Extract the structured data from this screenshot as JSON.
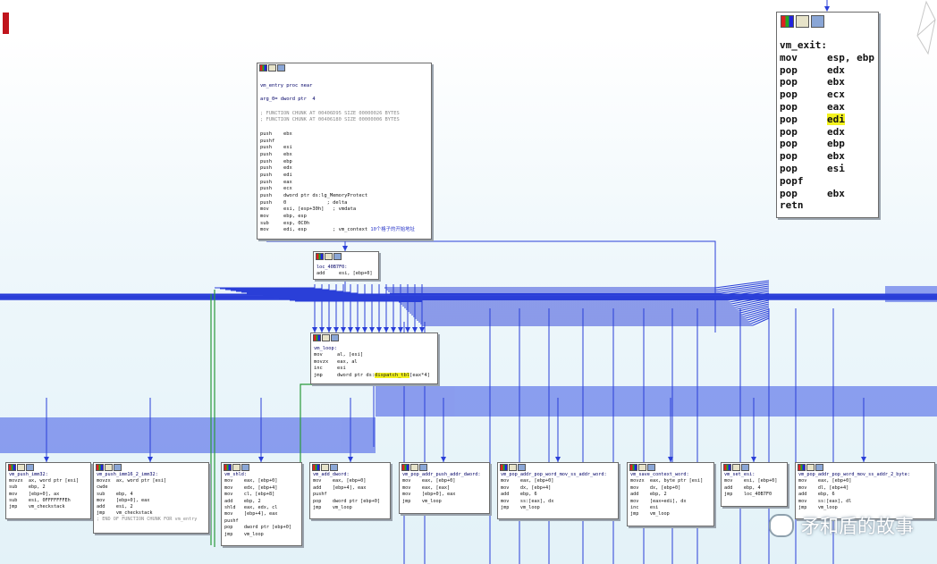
{
  "graph": {
    "entry": {
      "lines": [
        [
          {
            "t": "vm_entry proc near",
            "c": "kw"
          }
        ],
        [
          {
            "t": "",
            "c": ""
          }
        ],
        [
          {
            "t": "arg_0= dword ptr  4",
            "c": "kw"
          }
        ],
        [
          {
            "t": "",
            "c": ""
          }
        ],
        [
          {
            "t": "; FUNCTION CHUNK AT 00406D95 SIZE 00000026 BYTES",
            "c": "grey"
          }
        ],
        [
          {
            "t": "; FUNCTION CHUNK AT 00406180 SIZE 00000006 BYTES",
            "c": "grey"
          }
        ],
        [
          {
            "t": "",
            "c": ""
          }
        ],
        [
          {
            "t": "push    ebx",
            "c": ""
          }
        ],
        [
          {
            "t": "pushf",
            "c": ""
          }
        ],
        [
          {
            "t": "push    esi",
            "c": ""
          }
        ],
        [
          {
            "t": "push    ebx",
            "c": ""
          }
        ],
        [
          {
            "t": "push    ebp",
            "c": ""
          }
        ],
        [
          {
            "t": "push    edx",
            "c": ""
          }
        ],
        [
          {
            "t": "push    edi",
            "c": ""
          }
        ],
        [
          {
            "t": "push    eax",
            "c": ""
          }
        ],
        [
          {
            "t": "push    ecx",
            "c": ""
          }
        ],
        [
          {
            "t": "push    dword ptr ds:lg_MemoryProtect",
            "c": ""
          }
        ],
        [
          {
            "t": "push    0              ; delta",
            "c": ""
          }
        ],
        [
          {
            "t": "mov     esi, [esp+30h]   ; vmdata",
            "c": ""
          }
        ],
        [
          {
            "t": "mov     ebp, esp",
            "c": ""
          }
        ],
        [
          {
            "t": "sub     esp, 0C0h",
            "c": ""
          }
        ],
        [
          {
            "t": "mov     edi, esp         ; vm_context ",
            "c": ""
          },
          {
            "t": "10个格子的开始地址",
            "c": "blue"
          }
        ]
      ]
    },
    "loc": {
      "lines": [
        [
          {
            "t": "loc_40B7F0:",
            "c": "kw"
          }
        ],
        [
          {
            "t": "add     esi, [ebp+0]",
            "c": ""
          }
        ]
      ]
    },
    "loop": {
      "lines": [
        [
          {
            "t": "vm_loop:",
            "c": "kw"
          }
        ],
        [
          {
            "t": "mov     al, [esi]",
            "c": ""
          }
        ],
        [
          {
            "t": "movzx   eax, al",
            "c": ""
          }
        ],
        [
          {
            "t": "inc     esi",
            "c": ""
          }
        ],
        [
          {
            "t": "jmp     dword ptr ds:",
            "c": ""
          },
          {
            "t": "dispatch_tbl",
            "c": "hl"
          },
          {
            "t": "[eax*4]",
            "c": ""
          }
        ]
      ]
    },
    "exit": {
      "lines": [
        [
          {
            "t": "vm_exit:",
            "c": ""
          }
        ],
        [
          {
            "t": "mov     esp, ebp",
            "c": ""
          }
        ],
        [
          {
            "t": "pop     edx",
            "c": ""
          }
        ],
        [
          {
            "t": "pop     ebx",
            "c": ""
          }
        ],
        [
          {
            "t": "pop     ecx",
            "c": ""
          }
        ],
        [
          {
            "t": "pop     eax",
            "c": ""
          }
        ],
        [
          {
            "t": "pop     ",
            "c": ""
          },
          {
            "t": "edi",
            "c": "hl"
          }
        ],
        [
          {
            "t": "pop     edx",
            "c": ""
          }
        ],
        [
          {
            "t": "pop     ebp",
            "c": ""
          }
        ],
        [
          {
            "t": "pop     ebx",
            "c": ""
          }
        ],
        [
          {
            "t": "pop     esi",
            "c": ""
          }
        ],
        [
          {
            "t": "popf",
            "c": ""
          }
        ],
        [
          {
            "t": "pop     ebx",
            "c": ""
          }
        ],
        [
          {
            "t": "retn",
            "c": ""
          }
        ]
      ]
    },
    "handlers": [
      {
        "name": "h_push_imm32",
        "lines": [
          [
            {
              "t": "vm_push_imm32:",
              "c": "kw"
            }
          ],
          [
            {
              "t": "movzx  ax, word ptr [esi]",
              "c": ""
            }
          ],
          [
            {
              "t": "sub    ebp, 2",
              "c": ""
            }
          ],
          [
            {
              "t": "mov    [ebp+0], ax",
              "c": ""
            }
          ],
          [
            {
              "t": "sub    esi, 0FFFFFFFEh",
              "c": ""
            }
          ],
          [
            {
              "t": "jmp    vm_checkstack",
              "c": ""
            }
          ]
        ]
      },
      {
        "name": "h_push_imm16",
        "lines": [
          [
            {
              "t": "vm_push_imm16_2_imm32:",
              "c": "kw"
            }
          ],
          [
            {
              "t": "movzx  ax, word ptr [esi]",
              "c": ""
            }
          ],
          [
            {
              "t": "cwde",
              "c": ""
            }
          ],
          [
            {
              "t": "sub    ebp, 4",
              "c": ""
            }
          ],
          [
            {
              "t": "mov    [ebp+0], eax",
              "c": ""
            }
          ],
          [
            {
              "t": "add    esi, 2",
              "c": ""
            }
          ],
          [
            {
              "t": "jmp    vm_checkstack",
              "c": ""
            }
          ],
          [
            {
              "t": "; END OF FUNCTION CHUNK FOR vm_entry",
              "c": "grey"
            }
          ]
        ]
      },
      {
        "name": "h_shld",
        "lines": [
          [
            {
              "t": "vm_shld:",
              "c": "kw"
            }
          ],
          [
            {
              "t": "mov    eax, [ebp+0]",
              "c": ""
            }
          ],
          [
            {
              "t": "mov    edx, [ebp+4]",
              "c": ""
            }
          ],
          [
            {
              "t": "mov    cl, [ebp+8]",
              "c": ""
            }
          ],
          [
            {
              "t": "add    ebp, 2",
              "c": ""
            }
          ],
          [
            {
              "t": "shld   eax, edx, cl",
              "c": ""
            }
          ],
          [
            {
              "t": "mov    [ebp+4], eax",
              "c": ""
            }
          ],
          [
            {
              "t": "pushf",
              "c": ""
            }
          ],
          [
            {
              "t": "pop    dword ptr [ebp+0]",
              "c": ""
            }
          ],
          [
            {
              "t": "jmp    vm_loop",
              "c": ""
            }
          ]
        ]
      },
      {
        "name": "h_add_dword",
        "lines": [
          [
            {
              "t": "vm_add_dword:",
              "c": "kw"
            }
          ],
          [
            {
              "t": "mov    eax, [ebp+0]",
              "c": ""
            }
          ],
          [
            {
              "t": "add    [ebp+4], eax",
              "c": ""
            }
          ],
          [
            {
              "t": "pushf",
              "c": ""
            }
          ],
          [
            {
              "t": "pop    dword ptr [ebp+0]",
              "c": ""
            }
          ],
          [
            {
              "t": "jmp    vm_loop",
              "c": ""
            }
          ]
        ]
      },
      {
        "name": "h_pop_addr_push",
        "lines": [
          [
            {
              "t": "vm_pop_addr_push_addr_dword:",
              "c": "kw"
            }
          ],
          [
            {
              "t": "mov    eax, [ebp+0]",
              "c": ""
            }
          ],
          [
            {
              "t": "mov    eax, [eax]",
              "c": ""
            }
          ],
          [
            {
              "t": "mov    [ebp+0], eax",
              "c": ""
            }
          ],
          [
            {
              "t": "jmp    vm_loop",
              "c": ""
            }
          ]
        ]
      },
      {
        "name": "h_pop_word_ss",
        "lines": [
          [
            {
              "t": "vm_pop_addr_pop_word_mov_ss_addr_word:",
              "c": "kw"
            }
          ],
          [
            {
              "t": "mov    eax, [ebp+0]",
              "c": ""
            }
          ],
          [
            {
              "t": "mov    dx, [ebp+4]",
              "c": ""
            }
          ],
          [
            {
              "t": "add    ebp, 6",
              "c": ""
            }
          ],
          [
            {
              "t": "mov    ss:[eax], dx",
              "c": ""
            }
          ],
          [
            {
              "t": "jmp    vm_loop",
              "c": ""
            }
          ]
        ]
      },
      {
        "name": "h_save_context",
        "lines": [
          [
            {
              "t": "vm_save_context_word:",
              "c": "kw"
            }
          ],
          [
            {
              "t": "movzx  eax, byte ptr [esi]",
              "c": ""
            }
          ],
          [
            {
              "t": "mov    dx, [ebp+0]",
              "c": ""
            }
          ],
          [
            {
              "t": "add    ebp, 2",
              "c": ""
            }
          ],
          [
            {
              "t": "mov    [eax+edi], dx",
              "c": ""
            }
          ],
          [
            {
              "t": "inc    esi",
              "c": ""
            }
          ],
          [
            {
              "t": "jmp    vm_loop",
              "c": ""
            }
          ]
        ]
      },
      {
        "name": "h_set_esi",
        "lines": [
          [
            {
              "t": "vm_set_esi:",
              "c": "kw"
            }
          ],
          [
            {
              "t": "mov    esi, [ebp+0]",
              "c": ""
            }
          ],
          [
            {
              "t": "add    ebp, 4",
              "c": ""
            }
          ],
          [
            {
              "t": "jmp    loc_40B7F0",
              "c": ""
            }
          ]
        ]
      },
      {
        "name": "h_pop_byte_ss",
        "lines": [
          [
            {
              "t": "vm_pop_addr_pop_word_mov_ss_addr_2_byte:",
              "c": "kw"
            }
          ],
          [
            {
              "t": "mov    eax, [ebp+0]",
              "c": ""
            }
          ],
          [
            {
              "t": "mov    dl, [ebp+4]",
              "c": ""
            }
          ],
          [
            {
              "t": "add    ebp, 6",
              "c": ""
            }
          ],
          [
            {
              "t": "mov    ss:[eax], dl",
              "c": ""
            }
          ],
          [
            {
              "t": "jmp    vm_loop",
              "c": ""
            }
          ]
        ]
      }
    ]
  },
  "watermark": {
    "text": "矛和盾的故事"
  }
}
